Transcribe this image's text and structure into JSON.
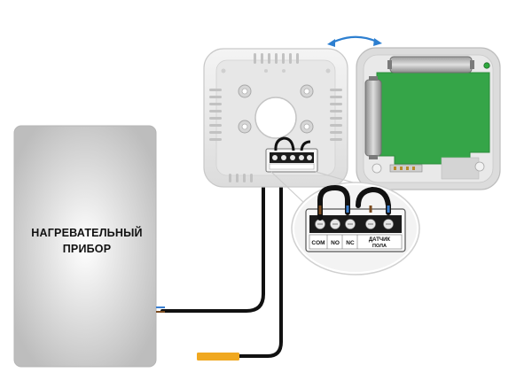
{
  "heater": {
    "label_line1": "НАГРЕВАТЕЛЬНЫЙ",
    "label_line2": "ПРИБОР"
  },
  "terminal_block": {
    "labels": [
      "COM",
      "NO",
      "NC",
      "ДАТЧИК",
      "ПОЛА"
    ]
  },
  "icons": {
    "rotate": "curved-double-arrow-icon",
    "sensor": "floor-sensor-probe-icon"
  },
  "colors": {
    "heater_fill": "#c8c8c8",
    "housing": "#ececec",
    "pcb": "#35a548",
    "wire_brown": "#7a4a1e",
    "wire_blue": "#3a7fd0",
    "wire_black": "#111111",
    "sensor_tip": "#f0a820",
    "arrow": "#2d7fd0"
  }
}
